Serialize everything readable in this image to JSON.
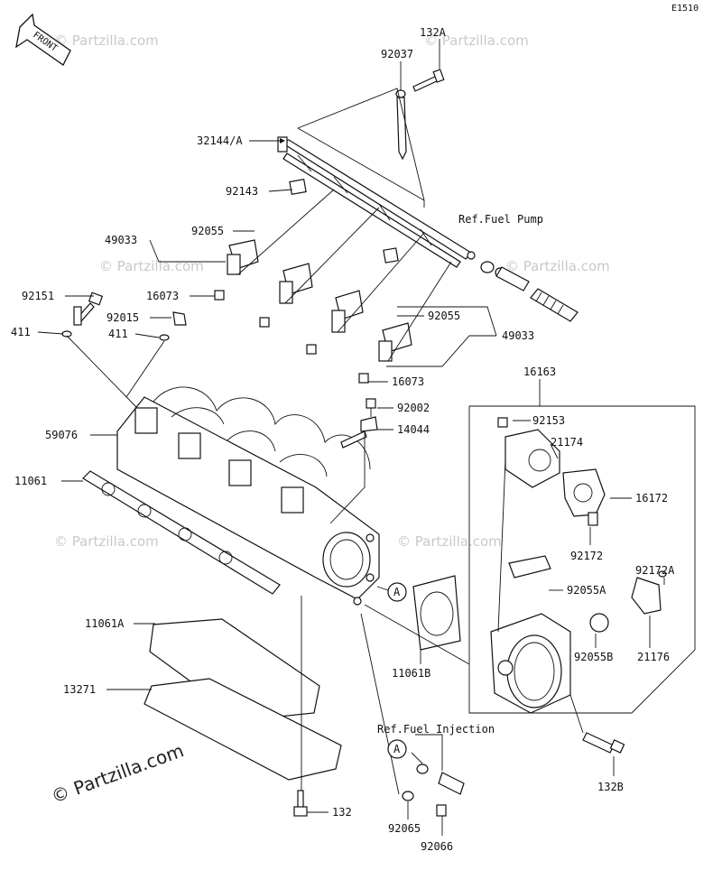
{
  "diagram_code": "E1510",
  "front_label": "FRONT",
  "watermark": "© Partzilla.com",
  "refs": {
    "fuel_pump": "Ref.Fuel Pump",
    "fuel_injection": "Ref.Fuel Injection",
    "circle_a": "A"
  },
  "labels": {
    "p132A": "132A",
    "p92037": "92037",
    "p32144A": "32144/A",
    "p92143": "92143",
    "p92055_top": "92055",
    "p49033_left": "49033",
    "p92151": "92151",
    "p16073_left": "16073",
    "p92015": "92015",
    "p411_a": "411",
    "p411_b": "411",
    "p92055_right": "92055",
    "p49033_right": "49033",
    "p16073_right": "16073",
    "p16163": "16163",
    "p92002": "92002",
    "p14044": "14044",
    "p92153": "92153",
    "p21174": "21174",
    "p59076": "59076",
    "p11061": "11061",
    "p16172": "16172",
    "p92172": "92172",
    "p92172A": "92172A",
    "p92055A": "92055A",
    "p11061A": "11061A",
    "p11061B": "11061B",
    "p92055B": "92055B",
    "p21176": "21176",
    "p13271": "13271",
    "p132B": "132B",
    "p132": "132",
    "p92065": "92065",
    "p92066": "92066"
  }
}
